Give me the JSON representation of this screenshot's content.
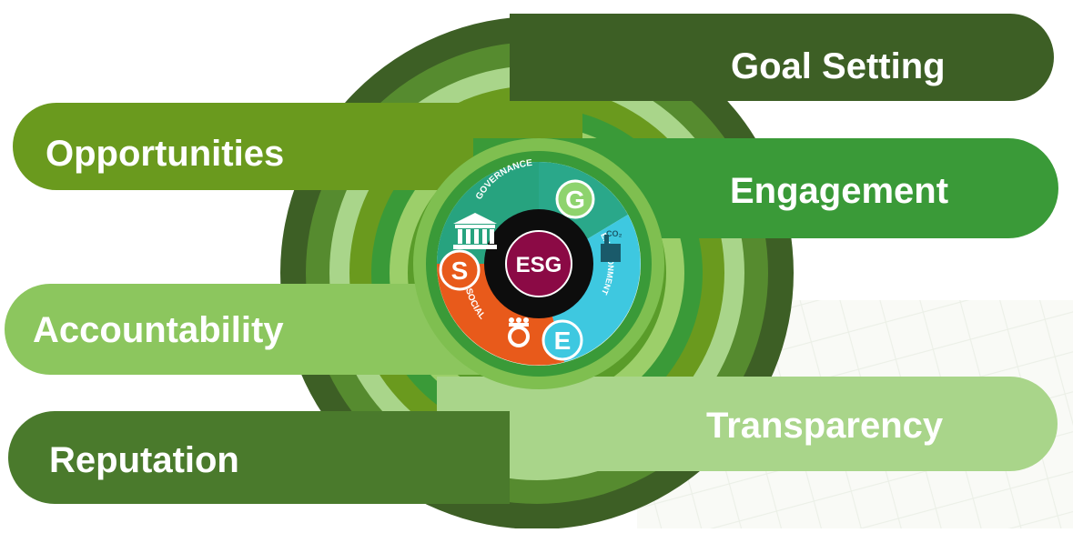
{
  "labels": {
    "goal_setting": "Goal Setting",
    "opportunities": "Opportunities",
    "engagement": "Engagement",
    "accountability": "Accountability",
    "transparency": "Transparency",
    "reputation": "Reputation"
  },
  "badge": {
    "center": "ESG",
    "g": "G",
    "s": "S",
    "e": "E",
    "governance": "GOVERNANCE",
    "social": "SOCIAL",
    "environment": "ENVIRONMENT",
    "co2": "CO₂"
  },
  "colors": {
    "dark_green": "#3d5f25",
    "mid_green": "#568b2f",
    "olive_green": "#6a9a1e",
    "bright_green": "#3a9a38",
    "light_green": "#9ccf6a",
    "pale_green": "#a9d58a",
    "social_orange": "#e85a1b",
    "env_cyan": "#3ec8e0",
    "gov_teal": "#2aa88a",
    "center_maroon": "#8b0a45"
  }
}
